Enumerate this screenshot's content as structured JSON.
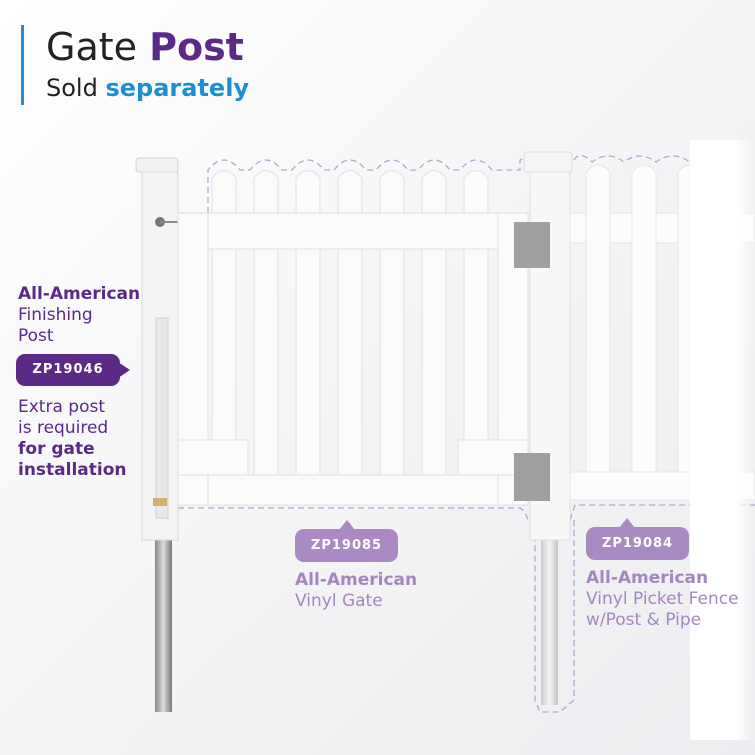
{
  "header": {
    "title_regular": "Gate",
    "title_bold": "Post",
    "subtitle_regular": "Sold",
    "subtitle_bold": "separately"
  },
  "finishing_post": {
    "brand": "All-American",
    "name_line1": "Finishing",
    "name_line2": "Post",
    "sku": "ZP19046",
    "note_line1": "Extra post",
    "note_line2": "is required",
    "note_bold1": "for gate",
    "note_bold2": "installation"
  },
  "gate": {
    "sku": "ZP19085",
    "brand": "All-American",
    "name": "Vinyl Gate"
  },
  "fence": {
    "sku": "ZP19084",
    "brand": "All-American",
    "name_line1": "Vinyl Picket Fence",
    "name_line2": "w/Post & Pipe"
  },
  "colors": {
    "dark_purple": "#5a2a86",
    "light_purple": "#a98ac3",
    "blue": "#1b8fd2"
  }
}
